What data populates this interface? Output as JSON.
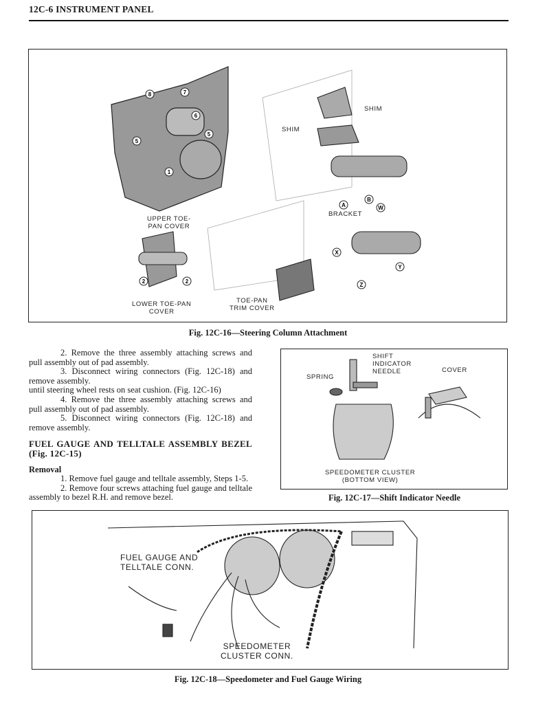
{
  "header": {
    "title": "12C-6  INSTRUMENT PANEL"
  },
  "fig16": {
    "caption": "Fig. 12C-16—Steering Column Attachment",
    "labels": {
      "shim_right": "SHIM",
      "shim_left": "SHIM",
      "bracket": "BRACKET",
      "upper_toe_pan": "UPPER TOE-\nPAN COVER",
      "lower_toe_pan": "LOWER TOE-PAN\nCOVER",
      "toe_pan_trim": "TOE-PAN\nTRIM COVER"
    },
    "callouts": [
      "8",
      "7",
      "6",
      "5",
      "5",
      "1",
      "2",
      "2",
      "A",
      "B",
      "W",
      "X",
      "Y",
      "Z"
    ]
  },
  "body": {
    "paragraphs": [
      "2. Remove the three assembly attaching screws and pull assembly out of pad assembly.",
      "3. Disconnect wiring connectors (Fig. 12C-18) and remove assembly.",
      "until steering wheel rests on seat cushion. (Fig. 12C-16)",
      "4. Remove the three assembly attaching screws and pull assembly out of pad assembly.",
      "5. Disconnect wiring connectors (Fig. 12C-18) and remove assembly."
    ],
    "heading": "FUEL GAUGE AND TELLTALE ASSEMBLY BEZEL (Fig. 12C-15)",
    "subheading": "Removal",
    "steps": [
      "1. Remove fuel gauge and telltale assembly, Steps 1-5.",
      "2. Remove four screws attaching fuel gauge and telltale assembly to bezel R.H. and remove bezel."
    ]
  },
  "fig17": {
    "caption": "Fig. 12C-17—Shift Indicator Needle",
    "labels": {
      "shift_needle": "SHIFT\nINDICATOR\nNEEDLE",
      "spring": "SPRING",
      "cover": "COVER",
      "cluster": "SPEEDOMETER CLUSTER\n(BOTTOM VIEW)"
    }
  },
  "fig18": {
    "caption": "Fig. 12C-18—Speedometer and Fuel Gauge Wiring",
    "labels": {
      "fuel_conn": "FUEL GAUGE AND\nTELLTALE CONN.",
      "speedo_conn": "SPEEDOMETER\nCLUSTER CONN."
    }
  }
}
